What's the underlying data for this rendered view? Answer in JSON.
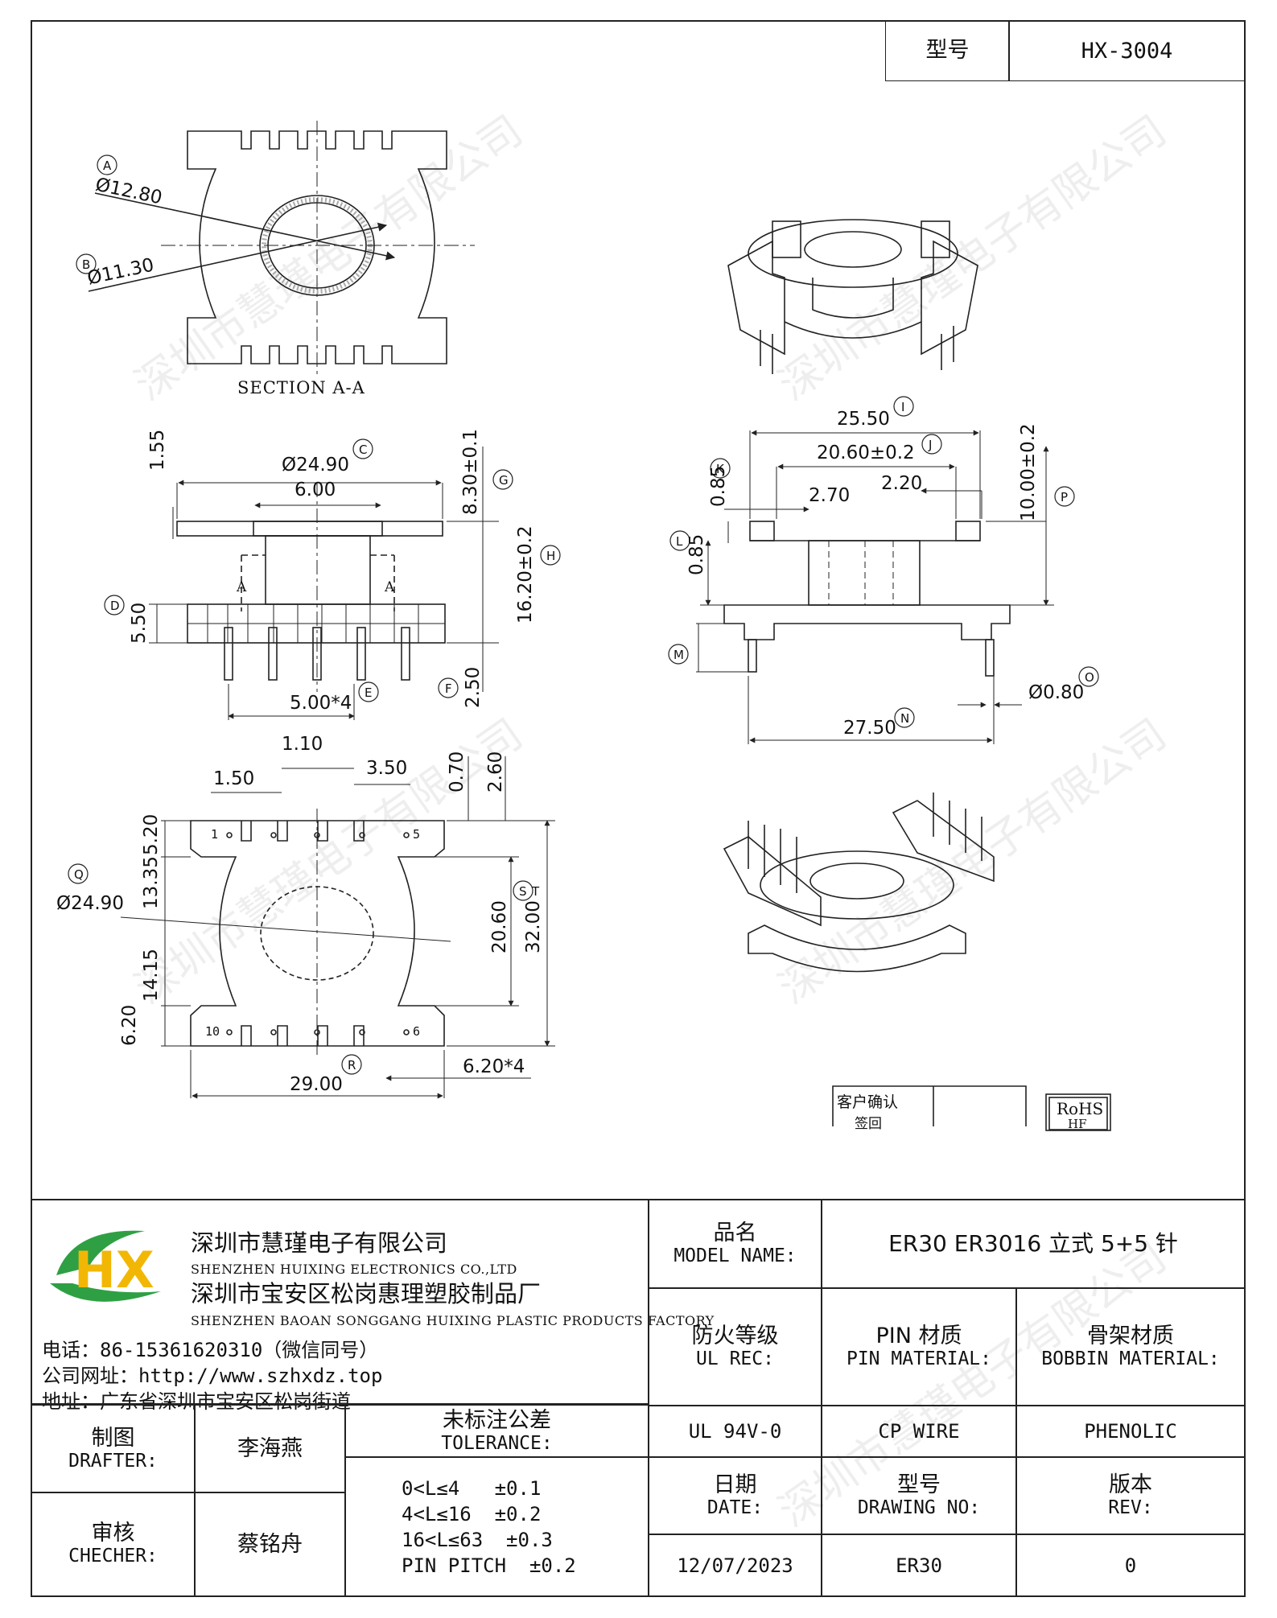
{
  "header": {
    "model_label": "型号",
    "model_value": "HX-3004"
  },
  "drawing": {
    "section_label": "SECTION A-A",
    "dimensions": {
      "dA": "Ø12.80",
      "dB": "Ø11.30",
      "d1_55": "1.55",
      "d24_90": "Ø24.90",
      "d6_00": "6.00",
      "d8_30": "8.30±0.1",
      "d16_20": "16.20±0.2",
      "d5_50": "5.50",
      "d2_50": "2.50",
      "d5x4": "5.00*4",
      "d25_50": "25.50",
      "d20_60b": "20.60±0.2",
      "d2_70": "2.70",
      "d2_20": "2.20",
      "d0_85a": "0.85",
      "d0_85b": "0.85",
      "d10_00": "10.00±0.2",
      "d0_80": "Ø0.80",
      "d27_50": "27.50",
      "d1_10": "1.10",
      "d1_50": "1.50",
      "d3_50": "3.50",
      "d0_70": "0.70",
      "d2_60": "2.60",
      "d5_20": "5.20",
      "d13_35": "13.35",
      "dQ": "Ø24.90",
      "d20_60": "20.60",
      "d32_00": "32.00",
      "d14_15": "14.15",
      "d6_20": "6.20",
      "d6_20x4": "6.20*4",
      "d29_00": "29.00"
    },
    "markers": [
      "A",
      "B",
      "C",
      "D",
      "E",
      "F",
      "G",
      "H",
      "I",
      "J",
      "K",
      "L",
      "M",
      "N",
      "O",
      "P",
      "Q",
      "R",
      "S",
      "T"
    ],
    "pin_numbers": {
      "top_left": "1",
      "top_right": "5",
      "bot_left": "10",
      "bot_right": "6"
    },
    "section_arrow": "A",
    "customer_box": {
      "line1": "客户确认",
      "line2": "签回"
    },
    "rohs": {
      "line1": "RoHS",
      "line2": "HF"
    }
  },
  "watermark": "深圳市慧瑾电子有限公司",
  "company": {
    "logo_text": "HX",
    "name_cn": "深圳市慧瑾电子有限公司",
    "name_en": "SHENZHEN HUIXING ELECTRONICS CO.,LTD",
    "factory_cn": "深圳市宝安区松岗惠理塑胶制品厂",
    "factory_en": "SHENZHEN BAOAN SONGGANG HUIXING PLASTIC PRODUCTS FACTORY",
    "phone": "电话：86-15361620310（微信同号）",
    "website": "公司网址：http://www.szhxdz.top",
    "address": "地址：广东省深圳市宝安区松岗街道"
  },
  "title_block": {
    "model_name_cn": "品名",
    "model_name_en": "MODEL NAME:",
    "model_name_value": "ER30 ER3016 立式 5+5 针",
    "ul_cn": "防火等级",
    "ul_en": "UL REC:",
    "pin_cn": "PIN 材质",
    "pin_en": "PIN MATERIAL:",
    "bobbin_cn": "骨架材质",
    "bobbin_en": "BOBBIN MATERIAL:",
    "ul_value": "UL 94V-0",
    "pin_value": "CP WIRE",
    "bobbin_value": "PHENOLIC",
    "drafter_cn": "制图",
    "drafter_en": "DRAFTER:",
    "drafter_name": "李海燕",
    "checker_cn": "审核",
    "checker_en": "CHECHER:",
    "checker_name": "蔡铭舟",
    "tolerance_cn": "未标注公差",
    "tolerance_en": "TOLERANCE:",
    "tolerance_lines": [
      "0<L≤4   ±0.1",
      "4<L≤16  ±0.2",
      "16<L≤63  ±0.3",
      "PIN PITCH  ±0.2"
    ],
    "date_cn": "日期",
    "date_en": "DATE:",
    "date_value": "12/07/2023",
    "drawing_no_cn": "型号",
    "drawing_no_en": "DRAWING NO:",
    "drawing_no_value": "ER30",
    "rev_cn": "版本",
    "rev_en": "REV:",
    "rev_value": "0"
  }
}
